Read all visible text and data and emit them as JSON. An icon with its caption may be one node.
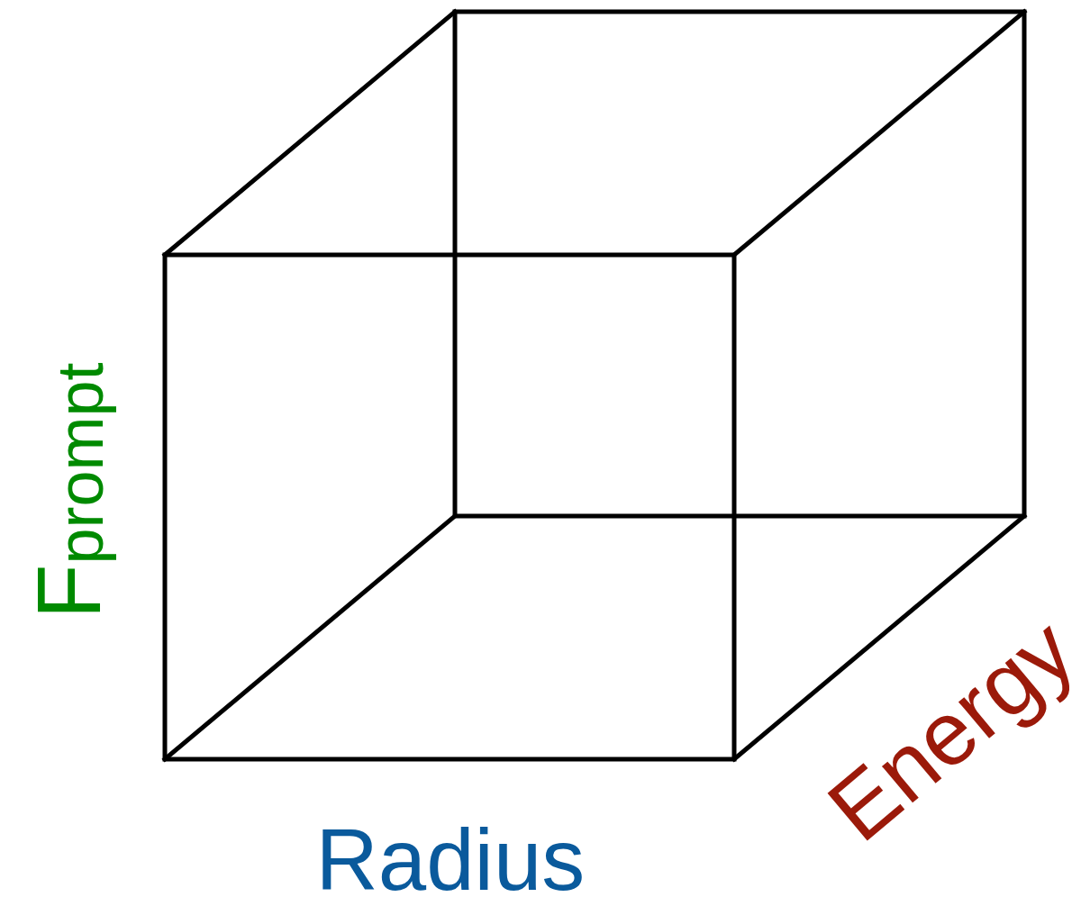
{
  "diagram": {
    "labels": [
      "F$_{prompt}$",
      "Radius",
      "Energy"
    ]
  }
}
